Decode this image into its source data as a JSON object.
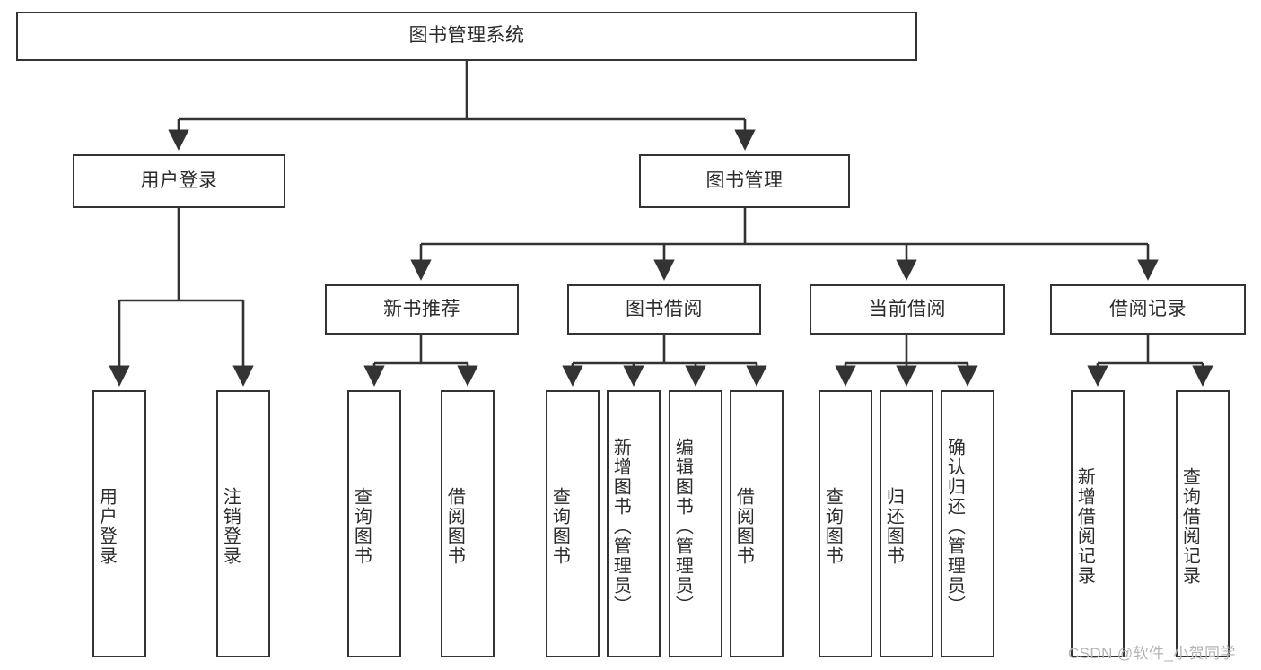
{
  "diagram": {
    "title": "图书管理系统",
    "type": "function-structure-tree",
    "theme": {
      "background": "#ffffff",
      "node_border": "#333333",
      "node_fill": "#ffffff",
      "text": "#2b2b2b",
      "edge": "#333333",
      "watermark": "#b4b4b4"
    },
    "levels": {
      "root": {
        "label": "图书管理系统"
      },
      "level2": [
        {
          "label": "用户登录"
        },
        {
          "label": "图书管理"
        }
      ],
      "level3": [
        {
          "label": "新书推荐"
        },
        {
          "label": "图书借阅"
        },
        {
          "label": "当前借阅"
        },
        {
          "label": "借阅记录"
        }
      ],
      "leaves": {
        "user_login": [
          {
            "label": "用户登录"
          },
          {
            "label": "注销登录"
          }
        ],
        "new_book_recommend": [
          {
            "label": "查询图书"
          },
          {
            "label": "借阅图书"
          }
        ],
        "book_borrow": [
          {
            "label": "查询图书"
          },
          {
            "label": "新增图书（管理员）"
          },
          {
            "label": "编辑图书（管理员）"
          },
          {
            "label": "借阅图书"
          }
        ],
        "current_borrow": [
          {
            "label": "查询图书"
          },
          {
            "label": "归还图书"
          },
          {
            "label": "确认归还（管理员）"
          }
        ],
        "borrow_record": [
          {
            "label": "新增借阅记录"
          },
          {
            "label": "查询借阅记录"
          }
        ]
      }
    },
    "watermark": "CSDN @软件_小贺同学"
  }
}
